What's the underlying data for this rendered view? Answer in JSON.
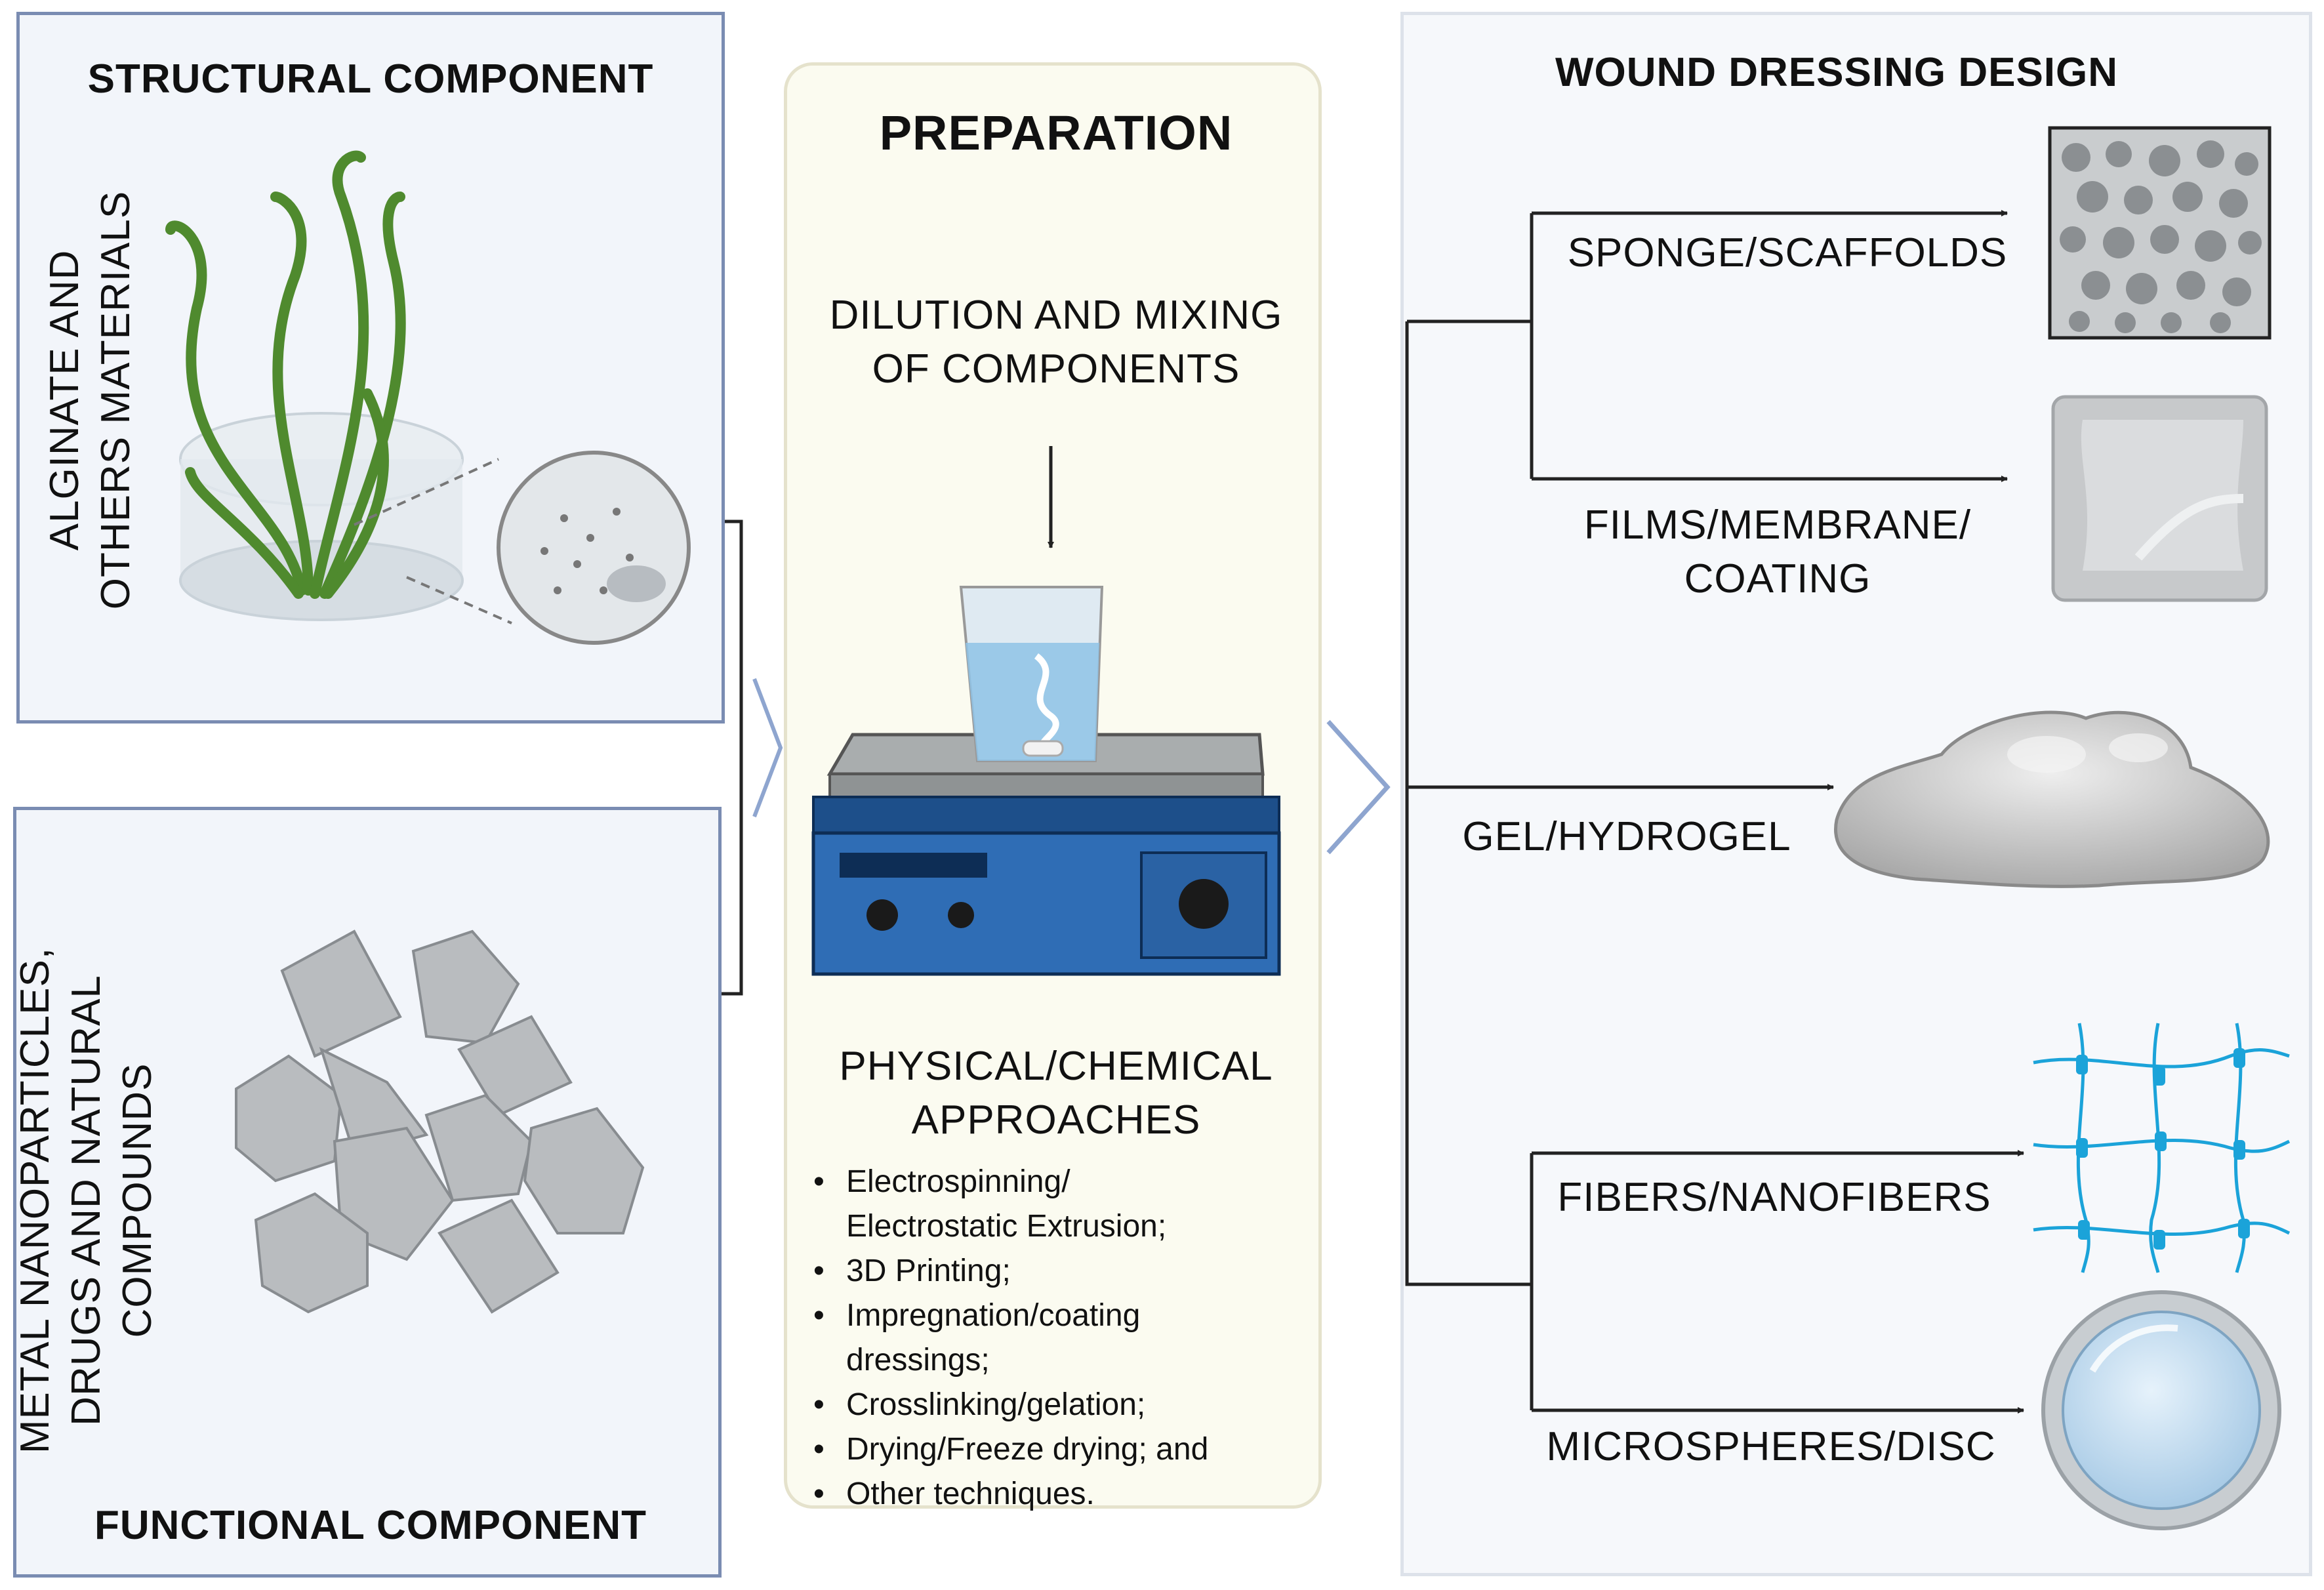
{
  "structural": {
    "title": "STRUCTURAL COMPONENT",
    "side_label_line1": "ALGINATE AND",
    "side_label_line2": "OTHERS MATERIALS"
  },
  "functional": {
    "title": "FUNCTIONAL COMPONENT",
    "side_label_line1": "METAL NANOPARTICLES,",
    "side_label_line2": "DRUGS AND NATURAL",
    "side_label_line3": "COMPOUNDS"
  },
  "preparation": {
    "title": "PREPARATION",
    "step1_line1": "DILUTION AND MIXING",
    "step1_line2": "OF COMPONENTS",
    "step2_line1": "PHYSICAL/CHEMICAL",
    "step2_line2": "APPROACHES",
    "techniques": [
      "Electrospinning/",
      "Electrostatic Extrusion;",
      "3D Printing;",
      "Impregnation/coating",
      "dressings;",
      "Crosslinking/gelation;",
      "Drying/Freeze drying; and",
      "Other techniques."
    ]
  },
  "design": {
    "title": "WOUND DRESSING DESIGN",
    "outputs": {
      "sponge": "SPONGE/SCAFFOLDS",
      "films_line1": "FILMS/MEMBRANE/",
      "films_line2": "COATING",
      "gel": "GEL/HYDROGEL",
      "fibers": "FIBERS/NANOFIBERS",
      "micro": "MICROSPHERES/DISC"
    }
  },
  "colors": {
    "panel_border": "#7a8cb2",
    "prep_bg": "#fbfbf0",
    "hotplate_blue": "#2f6db5",
    "fiber_blue": "#1ba3d9",
    "plant_green": "#4f8a2e"
  }
}
